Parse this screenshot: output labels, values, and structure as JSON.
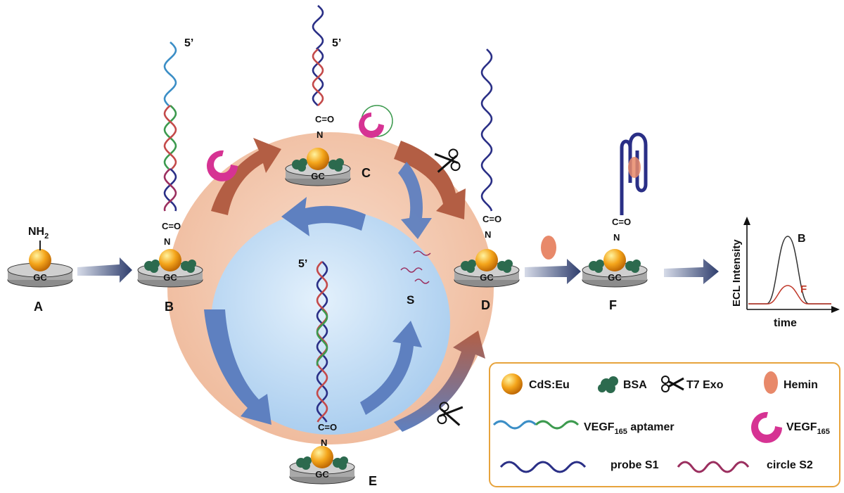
{
  "colors": {
    "outer_circle": "#f3c7aa",
    "inner_circle": "#b9d8f2",
    "arrow_brown": "#b35e44",
    "arrow_blue": "#5e80c0",
    "process_arrow": "#3a4a78",
    "gold": "#f2a31a",
    "bsa": "#2c6a4e",
    "hemin": "#e8896a",
    "vegf": "#d63393",
    "probe_s1": "#2a2f86",
    "circle_s2": "#9b2f5f",
    "aptamer_blue": "#3b8ec6",
    "aptamer_green": "#3c9a4e",
    "legend_border": "#e7a33c",
    "curve_f": "#c0392b"
  },
  "stations": {
    "A": {
      "label": "A",
      "top": "NH",
      "top_sub": "2"
    },
    "B": {
      "label": "B",
      "five_prime": "5’",
      "linker_co": "C=O",
      "linker_n": "N"
    },
    "C": {
      "label": "C",
      "five_prime": "5’",
      "linker_co": "C=O",
      "linker_n": "N"
    },
    "D": {
      "label": "D",
      "linker_co": "C=O",
      "linker_n": "N"
    },
    "E": {
      "label": "E",
      "five_prime": "5’",
      "linker_co": "C=O",
      "linker_n": "N"
    },
    "F": {
      "label": "F",
      "linker_co": "C=O",
      "linker_n": "N"
    },
    "S": {
      "label": "S"
    }
  },
  "electrode_label": "GC",
  "plot": {
    "ylabel": "ECL Intensity",
    "xlabel": "time",
    "curve_b_label": "B",
    "curve_f_label": "F"
  },
  "legend": {
    "cds": "CdS:Eu",
    "bsa": "BSA",
    "t7": "T7 Exo",
    "hemin": "Hemin",
    "aptamer": "VEGF",
    "aptamer_sub": "165",
    "aptamer_tail": " aptamer",
    "vegf": "VEGF",
    "vegf_sub": "165",
    "probe": "probe S1",
    "circle": "circle S2"
  }
}
